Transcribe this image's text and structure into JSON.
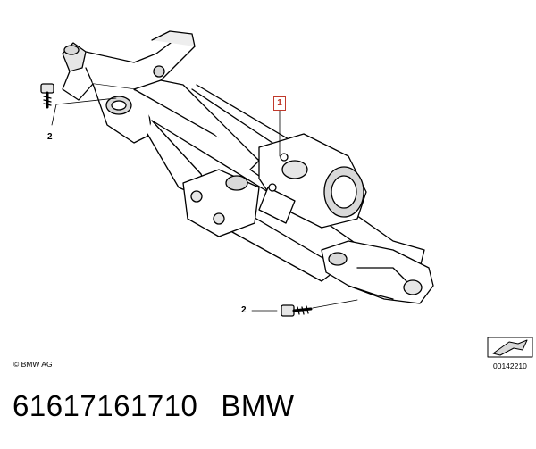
{
  "callouts": {
    "part_wiper_linkage": "1",
    "part_bolt_upper": "2",
    "part_bolt_lower": "2"
  },
  "footer": {
    "copyright": "© BMW AG",
    "diagram_number": "00142210"
  },
  "caption": {
    "part_number": "61617161710",
    "brand": "BMW"
  },
  "colors": {
    "outline": "#000000",
    "fill": "#ffffff",
    "shade": "#d9d9d9",
    "callout_box": "#c0392b"
  }
}
